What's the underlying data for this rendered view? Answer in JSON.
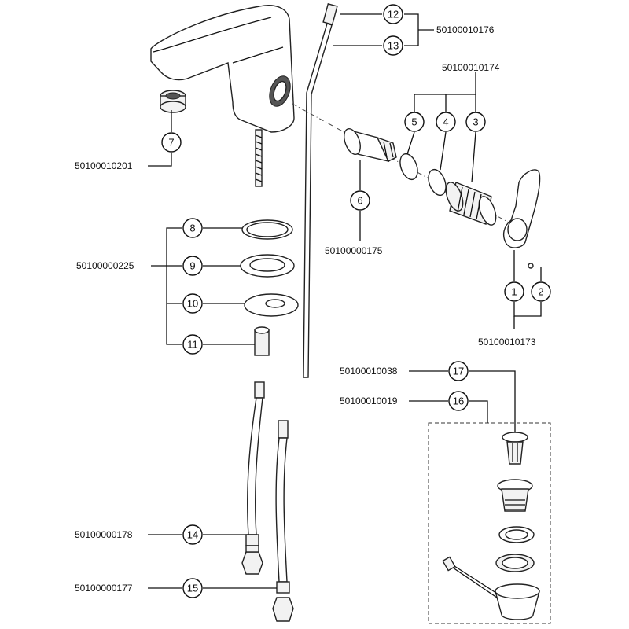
{
  "callouts": [
    "1",
    "2",
    "3",
    "4",
    "5",
    "6",
    "7",
    "8",
    "9",
    "10",
    "11",
    "12",
    "13",
    "14",
    "15",
    "16",
    "17"
  ],
  "codes": {
    "c176": "50100010176",
    "c174": "50100010174",
    "c201": "50100010201",
    "c175": "50100000175",
    "c225": "50100000225",
    "c173": "50100010173",
    "c038": "50100010038",
    "c019": "50100010019",
    "c178": "50100000178",
    "c177": "50100000177"
  }
}
